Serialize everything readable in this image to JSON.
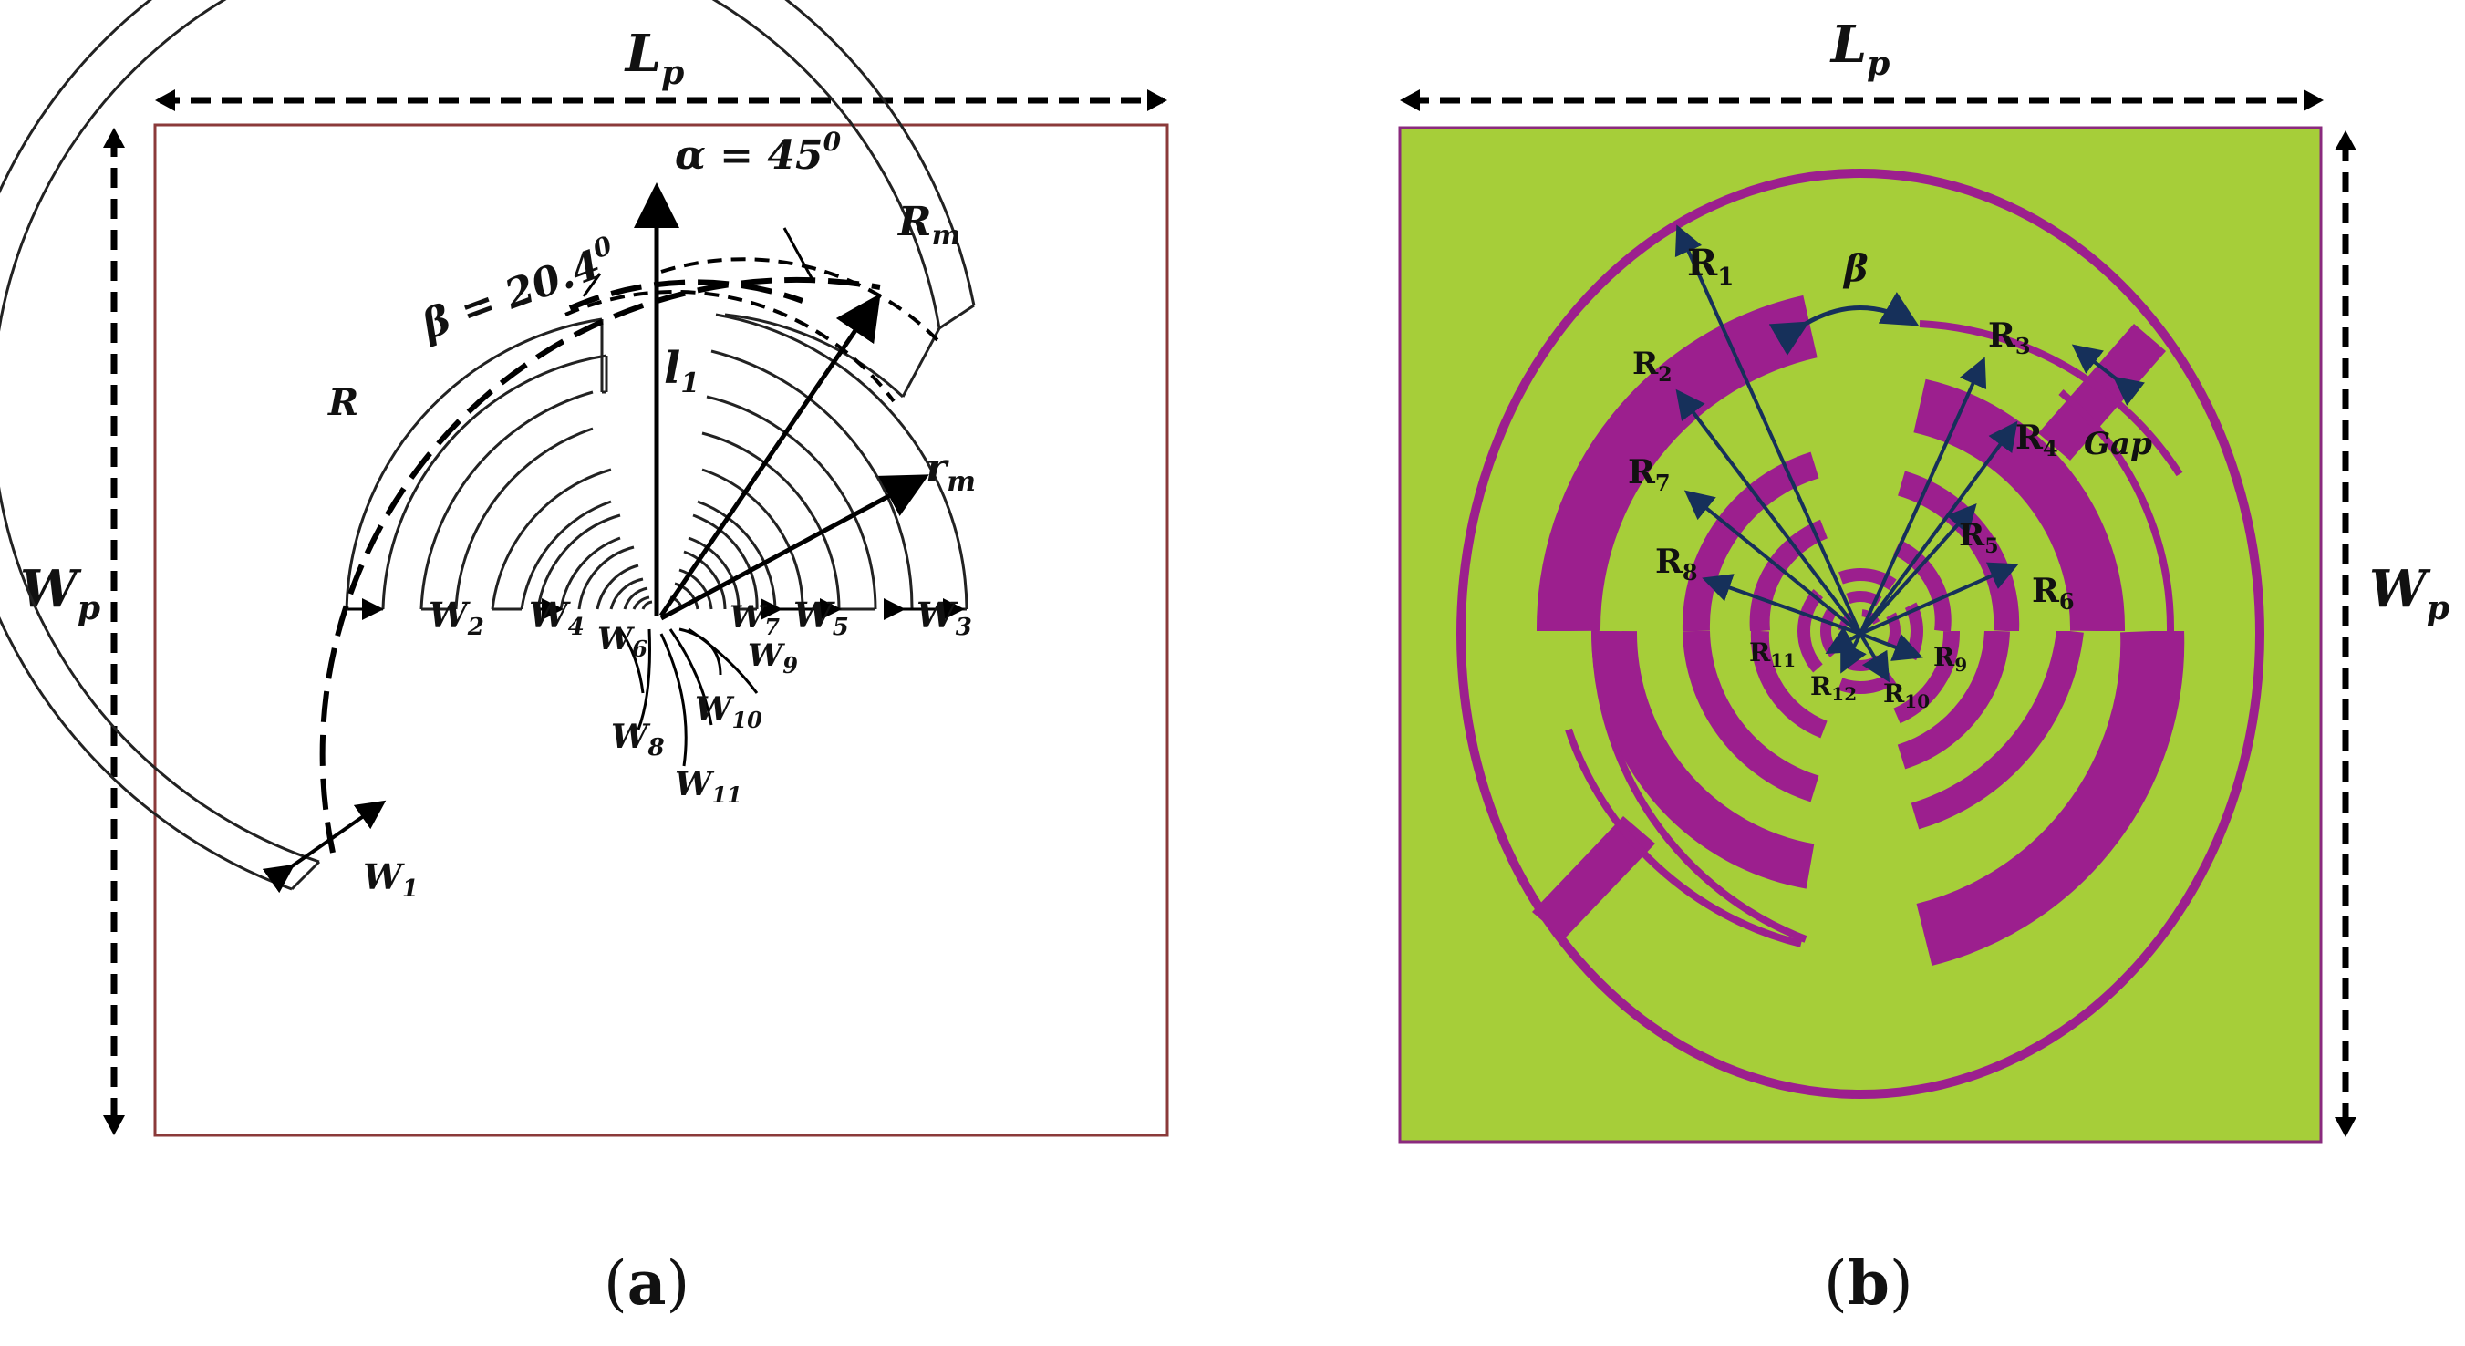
{
  "panel_a": {
    "caption": "(a)",
    "caption_letter": "a",
    "labels": {
      "Lp": "L",
      "Lp_sub": "p",
      "Wp": "W",
      "Wp_sub": "p",
      "alpha": "α = 45",
      "alpha_sup": "0",
      "beta": "β = 20.4",
      "beta_sup": "0",
      "Rm": "R",
      "Rm_sub": "m",
      "rm": "r",
      "rm_sub": "m",
      "R": "R",
      "l1": "l",
      "l1_sub": "1",
      "W1": "W",
      "W1_sub": "1",
      "W2": "W",
      "W2_sub": "2",
      "W3": "W",
      "W3_sub": "3",
      "W4": "W",
      "W4_sub": "4",
      "W5": "W",
      "W5_sub": "5",
      "W6": "W",
      "W6_sub": "6",
      "W7": "W",
      "W7_sub": "7",
      "W8": "W",
      "W8_sub": "8",
      "W9": "W",
      "W9_sub": "9",
      "W10": "W",
      "W10_sub": "10",
      "W11": "W",
      "W11_sub": "11"
    }
  },
  "panel_b": {
    "caption": "(b)",
    "caption_letter": "b",
    "colors": {
      "background": "#a6ce39",
      "metal": "#9c1f8e",
      "arrows": "#16305a"
    },
    "labels": {
      "Lp": "L",
      "Lp_sub": "p",
      "Wp": "W",
      "Wp_sub": "p",
      "beta": "β",
      "gap": "Gap",
      "R1": "R",
      "R1_sub": "1",
      "R2": "R",
      "R2_sub": "2",
      "R3": "R",
      "R3_sub": "3",
      "R4": "R",
      "R4_sub": "4",
      "R5": "R",
      "R5_sub": "5",
      "R6": "R",
      "R6_sub": "6",
      "R7": "R",
      "R7_sub": "7",
      "R8": "R",
      "R8_sub": "8",
      "R9": "R",
      "R9_sub": "9",
      "R10": "R",
      "R10_sub": "10",
      "R11": "R",
      "R11_sub": "11",
      "R12": "R",
      "R12_sub": "12"
    }
  }
}
